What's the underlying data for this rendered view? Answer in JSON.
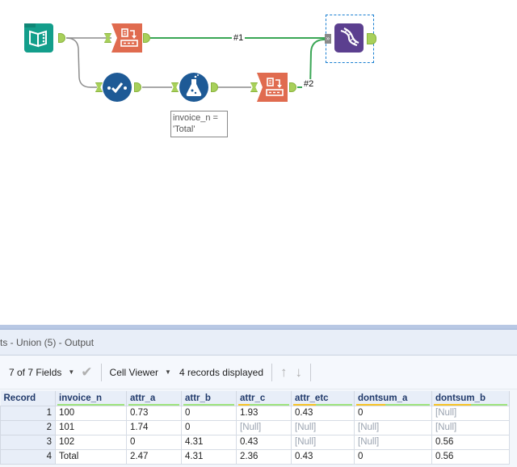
{
  "workflow": {
    "tools": [
      {
        "id": "input",
        "icon": "input-data-icon",
        "color": "#139e8b"
      },
      {
        "id": "transpose-top",
        "icon": "transpose-icon",
        "color": "#e06b4f"
      },
      {
        "id": "auto-field",
        "icon": "auto-field-icon",
        "color": "#1e5a96"
      },
      {
        "id": "formula",
        "icon": "formula-icon",
        "color": "#1e5a96"
      },
      {
        "id": "transpose-bottom",
        "icon": "transpose-icon",
        "color": "#e06b4f"
      },
      {
        "id": "union",
        "icon": "union-dna-icon",
        "color": "#5b3f8f"
      }
    ],
    "connections": [
      {
        "label": "#1"
      },
      {
        "label": "#2"
      }
    ],
    "annotation": {
      "line1": "invoice_n =",
      "line2": "'Total'"
    }
  },
  "results": {
    "title": "ts - Union (5) - Output",
    "toolbar": {
      "fields": "7 of 7 Fields",
      "viewer": "Cell Viewer",
      "records": "4 records displayed"
    },
    "columns": [
      "Record",
      "invoice_n",
      "attr_a",
      "attr_b",
      "attr_c",
      "attr_etc",
      "dontsum_a",
      "dontsum_b"
    ],
    "rows": [
      [
        "1",
        "100",
        "0.73",
        "0",
        "1.93",
        "0.43",
        "0",
        "[Null]"
      ],
      [
        "2",
        "101",
        "1.74",
        "0",
        "[Null]",
        "[Null]",
        "[Null]",
        "[Null]"
      ],
      [
        "3",
        "102",
        "0",
        "4.31",
        "0.43",
        "[Null]",
        "[Null]",
        "0.56"
      ],
      [
        "4",
        "Total",
        "2.47",
        "4.31",
        "2.36",
        "0.43",
        "0",
        "0.56"
      ]
    ]
  }
}
